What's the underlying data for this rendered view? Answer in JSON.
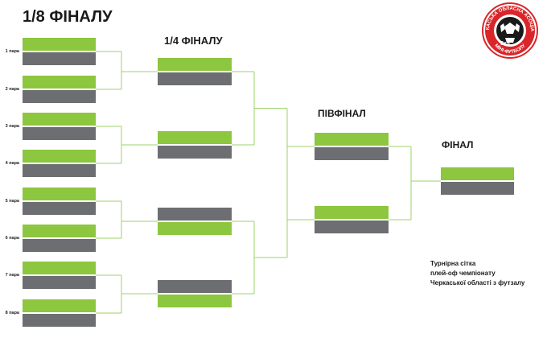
{
  "stages": {
    "round_of_16": "1/8 ФІНАЛУ",
    "quarterfinal": "1/4 ФІНАЛУ",
    "semifinal": "ПІВФІНАЛ",
    "final": "ФІНАЛ"
  },
  "pairs": [
    "1 пара",
    "2 пара",
    "3 пара",
    "4 пара",
    "5 пара",
    "6 пара",
    "7 пара",
    "8 пара"
  ],
  "caption": {
    "line1": "Турнірна сітка",
    "line2": "плей-оф чемпіонату",
    "line3": "Черкаської області з футзалу"
  },
  "logo": {
    "text_top": "ЧЕРКАСЬКА ОБЛАСНА АСОЦІАЦІЯ",
    "text_bottom": "МІНІ-ФУТБОЛУ",
    "mark": "5x5",
    "icon": "soccer-ball-icon"
  },
  "colors": {
    "slot_green": "#8dc63f",
    "slot_gray": "#6d6e71",
    "connector": "#9ed36a",
    "logo_red": "#d9262a"
  }
}
